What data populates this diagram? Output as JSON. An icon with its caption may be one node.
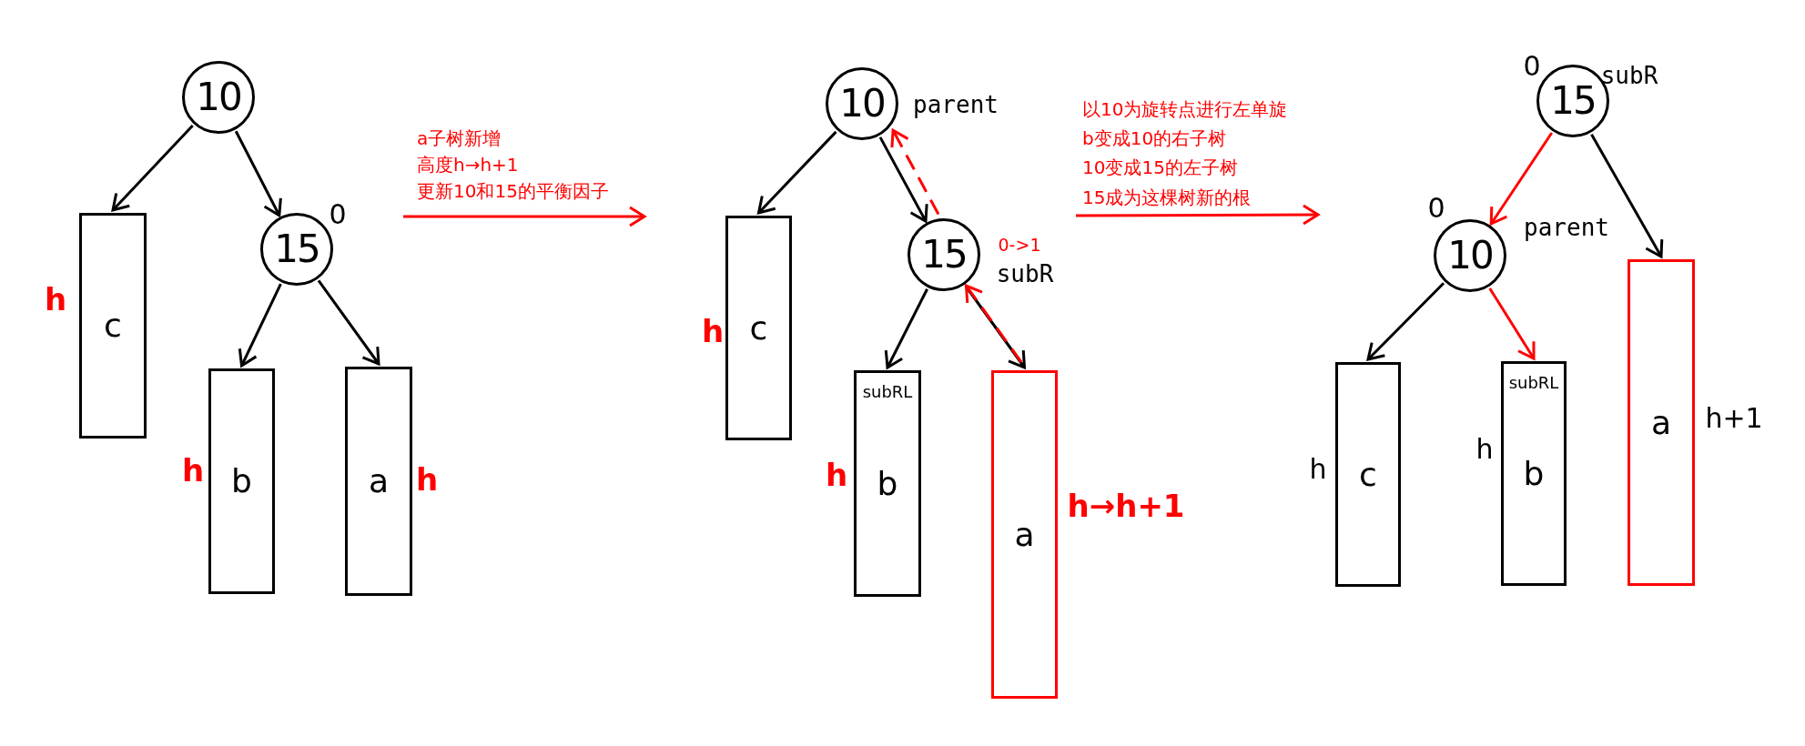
{
  "diagram": {
    "nodes": [
      {
        "text": [
          "10"
        ]
      },
      {
        "text": [
          "15"
        ],
        "beside": [
          "0"
        ]
      },
      {
        "text": [
          "c"
        ],
        "beside": [
          "h"
        ]
      },
      {
        "text": [
          "b"
        ],
        "beside": [
          "h"
        ]
      },
      {
        "text": [
          "a"
        ],
        "beside": [
          "h"
        ]
      },
      {
        "text": [
          "10"
        ],
        "beside": [
          "parent"
        ]
      },
      {
        "text": [
          "15"
        ],
        "beside": [
          "0->1",
          "subR"
        ]
      },
      {
        "text": [
          "c"
        ],
        "beside": [
          "h"
        ]
      },
      {
        "text": [
          "subRL",
          "b"
        ],
        "beside": [
          "h"
        ]
      },
      {
        "text": [
          "a"
        ],
        "beside": [
          "h→h+1"
        ]
      },
      {
        "text": [
          "15"
        ],
        "beside": [
          "0",
          "subR"
        ]
      },
      {
        "text": [
          "10"
        ],
        "beside": [
          "0",
          "parent"
        ]
      },
      {
        "text": [
          "c"
        ],
        "beside": [
          "h"
        ]
      },
      {
        "text": [
          "subRL",
          "b"
        ],
        "beside": [
          "h"
        ]
      },
      {
        "text": [
          "a"
        ],
        "beside": [
          "h+1"
        ]
      }
    ],
    "edges": [
      {
        "from": 0,
        "to": 2,
        "arrow": "to"
      },
      {
        "from": 0,
        "to": 1,
        "arrow": "to"
      },
      {
        "from": 1,
        "to": 3,
        "arrow": "to"
      },
      {
        "from": 1,
        "to": 4,
        "arrow": "to"
      },
      {
        "from": 5,
        "to": 7,
        "arrow": "to"
      },
      {
        "from": 5,
        "to": 6,
        "arrow": "to"
      },
      {
        "from": 6,
        "to": 8,
        "arrow": "to"
      },
      {
        "from": 6,
        "to": 9,
        "arrow": "to"
      },
      {
        "from": 9,
        "to": 6,
        "arrow": "to",
        "style": "dashed",
        "color": "#ff0000"
      },
      {
        "from": 6,
        "to": 5,
        "arrow": "to",
        "style": "dashed",
        "color": "#ff0000"
      },
      {
        "from": 10,
        "to": 11,
        "arrow": "to",
        "color": "#ff0000"
      },
      {
        "from": 10,
        "to": 14,
        "arrow": "to"
      },
      {
        "from": 11,
        "to": 12,
        "arrow": "to"
      },
      {
        "from": 11,
        "to": 13,
        "arrow": "to",
        "color": "#ff0000"
      }
    ],
    "labels": [
      "a子树新增",
      "高度h→h+1",
      "更新10和15的平衡因子",
      "以10为旋转点进行左单旋",
      "b变成10的右子树",
      "10变成15的左子树",
      "15成为这棵树新的根"
    ]
  }
}
